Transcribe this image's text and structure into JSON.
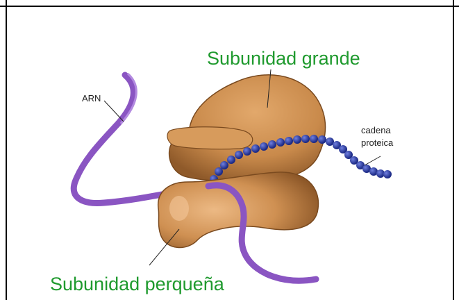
{
  "labels": {
    "large_subunit": "Subunidad grande",
    "small_subunit": "Subunidad perqueña",
    "rna": "ARN",
    "protein_line1": "cadena",
    "protein_line2": "proteica"
  },
  "colors": {
    "label_green": "#1f9a2e",
    "ribosome": "#c98a4b",
    "rna": "#8a55c2",
    "protein_bead": "#2a3fa8"
  },
  "icons": [
    "ribosome-illustration",
    "rna-ribbon",
    "protein-chain"
  ]
}
